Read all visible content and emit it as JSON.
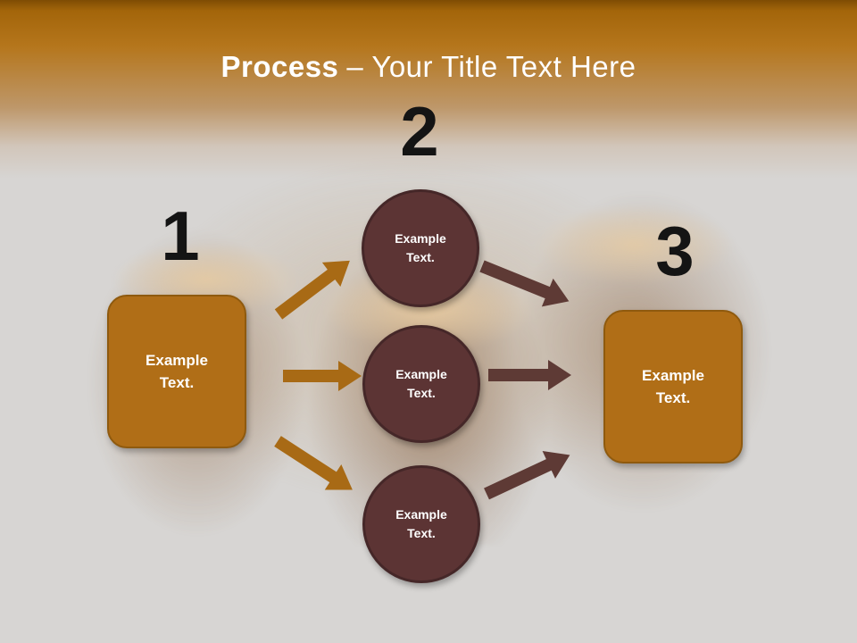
{
  "slide": {
    "title_bold": "Process",
    "title_rest": "– Your Title Text Here"
  },
  "steps": [
    {
      "number": "1"
    },
    {
      "number": "2"
    },
    {
      "number": "3"
    }
  ],
  "nodes": {
    "left_box": "Example Text.",
    "circle_top": "Example Text.",
    "circle_middle": "Example Text.",
    "circle_bottom": "Example Text.",
    "right_box": "Example Text."
  },
  "colors": {
    "header_orange": "#b5761c",
    "header_dark": "#7e4c03",
    "box_fill": "#b06e17",
    "box_border": "#8f5a0e",
    "circle_fill": "#5c3434",
    "circle_border": "#452728",
    "arrow_left": "#a86a15",
    "arrow_right": "#5e3a35",
    "title_text": "#ffffff",
    "number_text": "#141414",
    "background": "#d7d5d3"
  }
}
